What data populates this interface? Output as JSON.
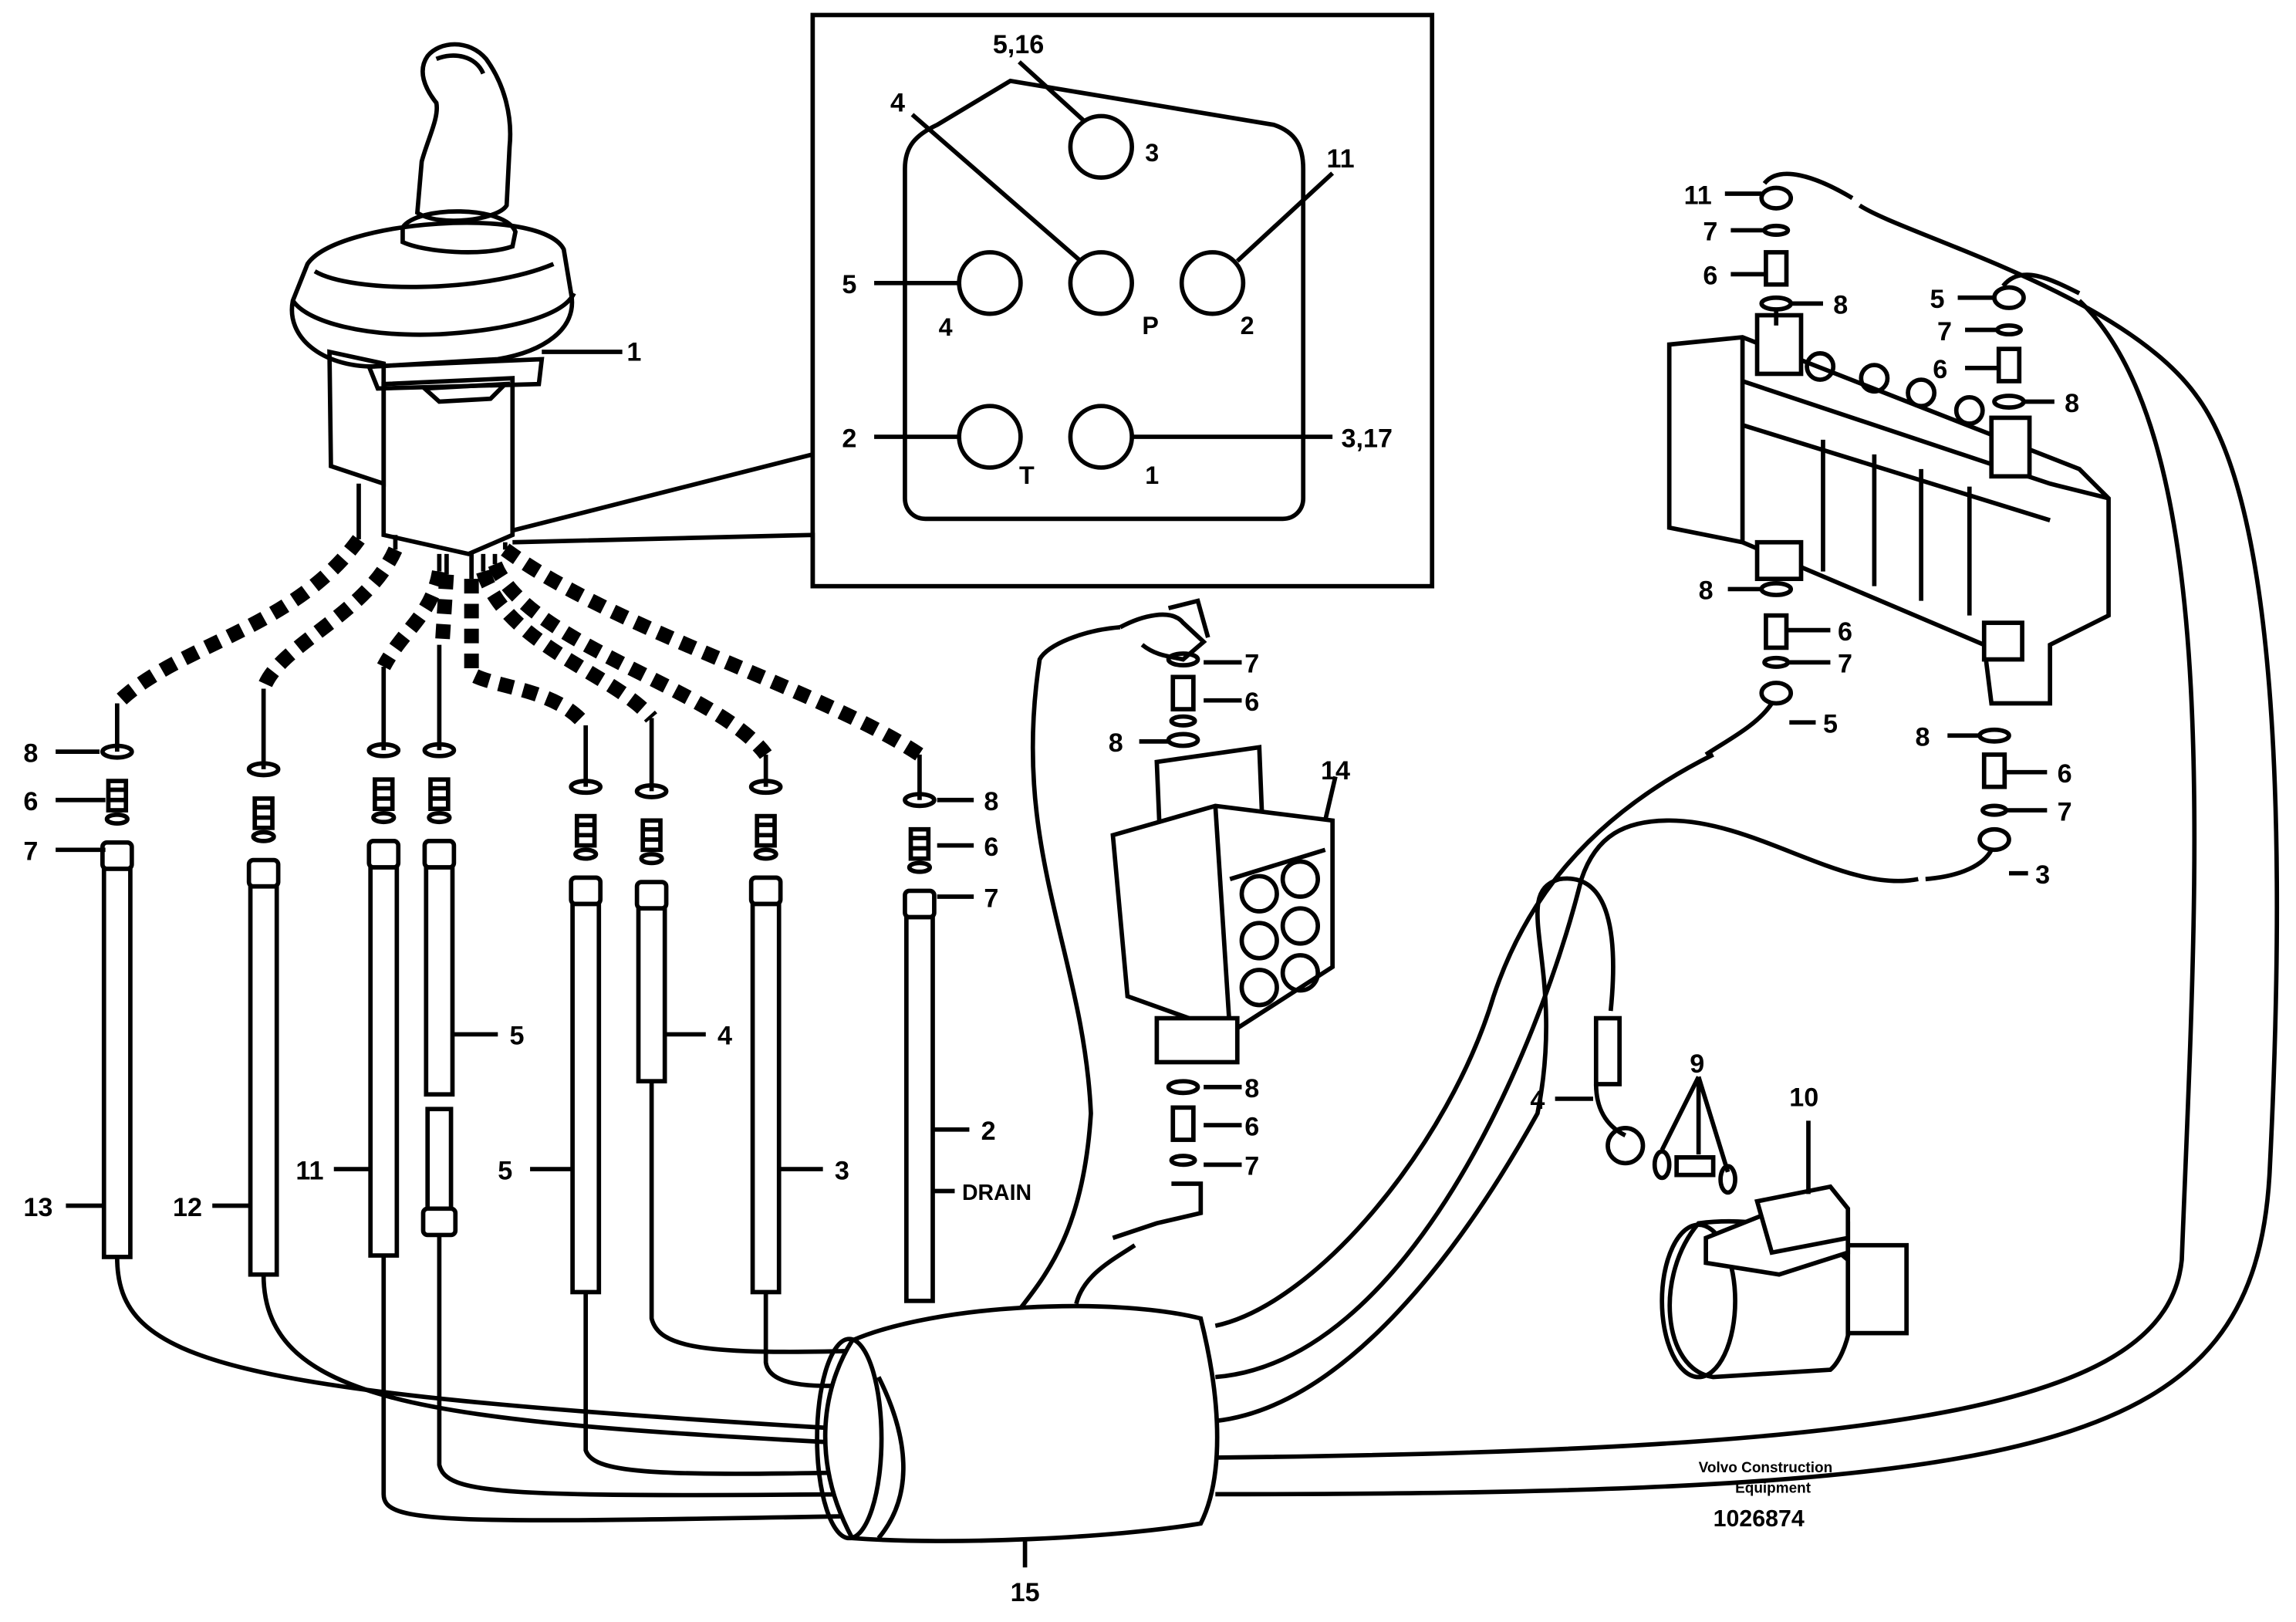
{
  "figure_id": "1026874",
  "brand": {
    "line1": "Volvo Construction",
    "line2": "Equipment"
  },
  "inset": {
    "ports": {
      "p3": "3",
      "p4": "4",
      "pP": "P",
      "p2": "2",
      "pT": "T",
      "p1": "1"
    },
    "callouts": {
      "top": "5,16",
      "upper_left": "4",
      "upper_right": "11",
      "left_mid": "5",
      "left_low": "2",
      "right_low": "3,17"
    }
  },
  "callouts": {
    "joystick": "1",
    "hose_13": "13",
    "hose_12": "12",
    "hose_11": "11",
    "hose_5a": "5",
    "hose_5b": "5",
    "hose_4": "4",
    "hose_3": "3",
    "hose_2": "2",
    "drain": "DRAIN",
    "left_8": "8",
    "left_6": "6",
    "left_7": "7",
    "right_8": "8",
    "right_6": "6",
    "right_7": "7",
    "valve14": "14",
    "v14_top_7": "7",
    "v14_top_6": "6",
    "v14_top_8": "8",
    "v14_bot_8": "8",
    "v14_bot_6": "6",
    "v14_bot_7": "7",
    "cv_11": "11",
    "cv_7a": "7",
    "cv_6a": "6",
    "cv_8a": "8",
    "cv_5": "5",
    "cv_7b": "7",
    "cv_6b": "6",
    "cv_8b": "8",
    "cv_8c": "8",
    "cv_6c": "6",
    "cv_7c": "7",
    "cv_5b": "5",
    "cv_8d": "8",
    "cv_6d": "6",
    "cv_7d": "7",
    "cv_3": "3",
    "sol_4": "4",
    "sol_9": "9",
    "sol_10": "10",
    "sleeve_15": "15"
  }
}
